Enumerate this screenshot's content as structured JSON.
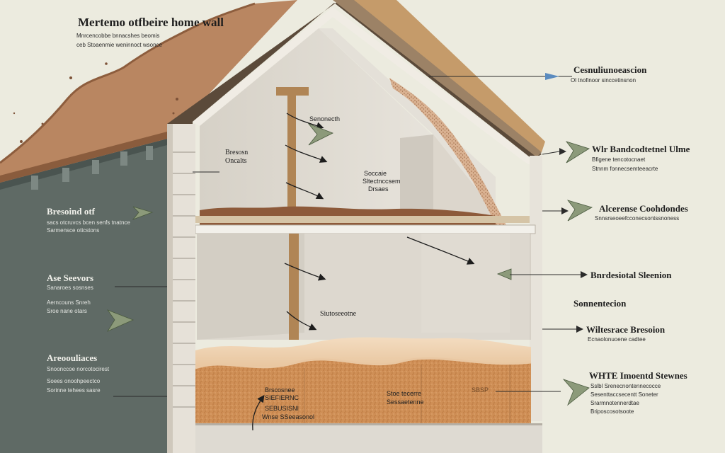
{
  "title": "Mertemo otfbeire home wall",
  "title_sub": [
    "Mnrcencobbe bnnacshes beomis",
    "ceb Stoaenmie weninnoct wsonce"
  ],
  "left_labels": [
    {
      "head": "Bresoind otf",
      "sub": [
        "sacs otcruvcs bcen senfs tnatnce",
        "Sarmensce oticstons"
      ]
    },
    {
      "head": "Ase Seevors",
      "sub": [
        "Sanaroes sosnses",
        "Aerncouns Snreh",
        "Sroe nane otars"
      ]
    },
    {
      "head": "Areoouliaces",
      "sub": [
        "Snoonccoe norcotocirest",
        "Soees onoohpeectco",
        "Sorinne tehees sasre"
      ]
    }
  ],
  "right_labels": [
    {
      "head": "Cesnuliunoeascion",
      "sub": [
        "Ol tnofinoor sinccetinsnon"
      ]
    },
    {
      "head": "Wlr Bandcodtetnel Ulme",
      "sub": [
        "Bfigene tencotocnaet",
        "Stnnm fonnecsemteeacrte"
      ]
    },
    {
      "head": "Alcerense Coohdondes",
      "sub": [
        "Snnsrseoeefcconecsontssnoness"
      ]
    },
    {
      "head": "Bnrdesiotal Sleenion",
      "sub": []
    },
    {
      "head": "Sonnentecion",
      "sub": []
    },
    {
      "head": "Wiltesrace Bresoion",
      "sub": [
        "Ecnaolonuoene cadtee"
      ]
    },
    {
      "head": "WHTE Imoentd Stewnes",
      "sub": [
        "Sslbl Srenecnontennecocce",
        "Sesenttaccsecentt Soneter",
        "Srarmnotennerdtae",
        "Briposcosotsoote"
      ]
    }
  ],
  "inner_labels": {
    "attic_1": "Senonecth",
    "attic_2": [
      "Bresosn",
      "Oncalts"
    ],
    "attic_3": [
      "Soccaie",
      "Sltectnccsem",
      "Drsaes"
    ],
    "middle": "Siutoseeotne",
    "base_1": [
      "Brscosnee",
      "SIEFIERNC",
      "SEBUSISNI",
      "Wnse SSeeasonol"
    ],
    "base_2": [
      "Stoe tecerre",
      "Sessaetenne"
    ],
    "base_3": "SBSP"
  },
  "colors": {
    "background": "#ecebdf",
    "outer_wall": "#5f6a65",
    "roof_soil": "#b98661",
    "insulation_orange": "#cf8f56",
    "interior_wall": "#dcd7ce",
    "pointer_arrow": "#8c9a7a"
  }
}
